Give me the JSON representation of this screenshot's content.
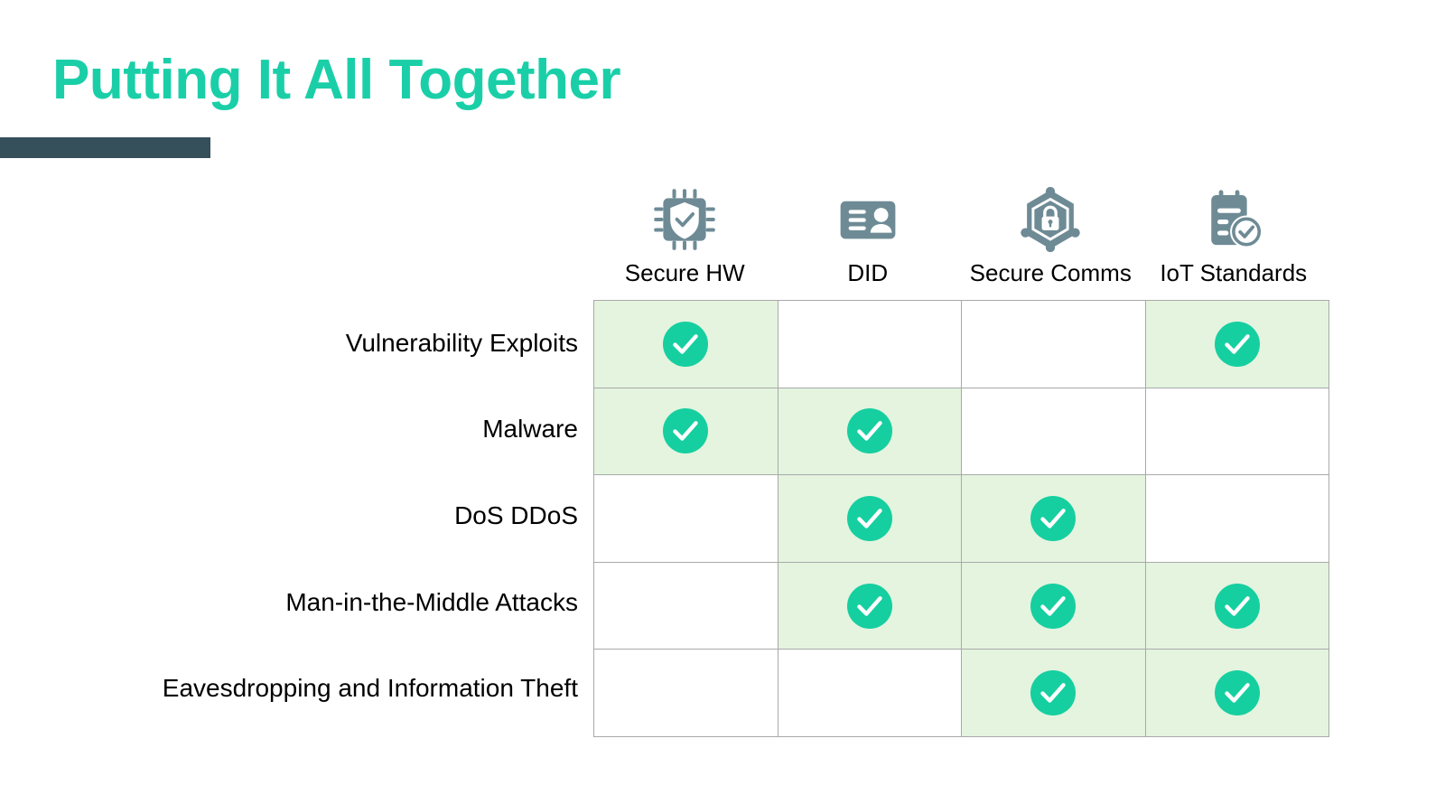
{
  "slide": {
    "title": "Putting It All Together",
    "title_color": "#1ACFA8",
    "accent_bar_color": "#36505B"
  },
  "matrix": {
    "icon_color": "#6E8B95",
    "check_color": "#16CFA0",
    "cell_on_color": "#E4F4DF",
    "cell_off_color": "#FFFFFF",
    "border_color": "#A9A9A9",
    "columns": [
      {
        "label": "Secure HW",
        "icon": "chip-shield-check-icon"
      },
      {
        "label": "DID",
        "icon": "id-card-person-icon"
      },
      {
        "label": "Secure Comms",
        "icon": "hexagon-node-lock-icon"
      },
      {
        "label": "IoT Standards",
        "icon": "clipboard-check-icon"
      }
    ],
    "rows": [
      {
        "label": "Vulnerability Exploits",
        "cells": [
          true,
          false,
          false,
          true
        ]
      },
      {
        "label": "Malware",
        "cells": [
          true,
          true,
          false,
          false
        ]
      },
      {
        "label": "DoS DDoS",
        "cells": [
          false,
          true,
          true,
          false
        ]
      },
      {
        "label": "Man-in-the-Middle Attacks",
        "cells": [
          false,
          true,
          true,
          true
        ]
      },
      {
        "label": "Eavesdropping and Information Theft",
        "cells": [
          false,
          false,
          true,
          true
        ]
      }
    ],
    "check_glyph": "check-circle-icon"
  }
}
